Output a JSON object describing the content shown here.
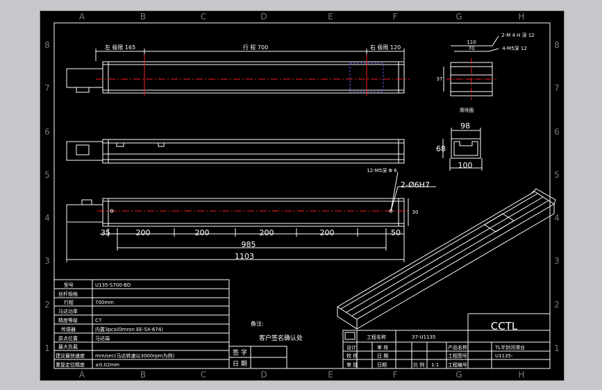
{
  "zones": {
    "columns": [
      "A",
      "B",
      "C",
      "D",
      "E",
      "F",
      "G",
      "H"
    ],
    "rows": [
      "8",
      "7",
      "6",
      "5",
      "4",
      "3",
      "2",
      "1"
    ]
  },
  "top_view": {
    "stroke_left": "左 极限 165",
    "stroke_mid": "行 程 700",
    "stroke_right": "右 极限 120"
  },
  "end_view": {
    "dim_110": "110",
    "dim_70": "70",
    "dim_37": "37",
    "hole_note_1": "2-M 4 H 深 12",
    "hole_note_2": "4-M5深 12",
    "caption": "滑块面"
  },
  "profile": {
    "width_top": "98",
    "width_bottom": "100",
    "height": "68"
  },
  "bottom_view": {
    "hole_note_1": "12-M5深 Φ 6",
    "hole_note_2": "2-Ø6H7",
    "dim_30": "30",
    "dims": [
      "35",
      "200",
      "200",
      "200",
      "200",
      "50"
    ],
    "total_mid": "985",
    "total": "1103"
  },
  "spec_table": {
    "rows": [
      {
        "label": "型号",
        "value": "U135-S700-BD"
      },
      {
        "label": "丝杆规格",
        "value": ""
      },
      {
        "label": "行程",
        "value": "700mm"
      },
      {
        "label": "马达功率",
        "value": ""
      },
      {
        "label": "精度等级",
        "value": "C7"
      },
      {
        "label": "传感器",
        "value": "内置3pcs(Omron EE-SX-674)"
      },
      {
        "label": "原点位置",
        "value": "马达端"
      },
      {
        "label": "最大负载",
        "value": ""
      },
      {
        "label": "建议最快速度",
        "value": "mm/sec(马达转速以3000rpm为例)"
      },
      {
        "label": "重复定位精度",
        "value": "±0.02mm"
      }
    ]
  },
  "confirm": {
    "note": "备注:",
    "title": "客户签名确认处",
    "sign": "签 字",
    "date": "日 期"
  },
  "title_block": {
    "project_label": "工程名称",
    "project_value": "37-U1135",
    "company": "CCTL",
    "rows": [
      [
        "设计",
        "",
        "审 核",
        "",
        "产品名称",
        "TL半封闭滑台"
      ],
      [
        "校 核",
        "",
        "日 期",
        "",
        "工程图号",
        "U1135-"
      ],
      [
        "审 批",
        "",
        "日期",
        "",
        "比 例",
        "1:1",
        "工程编号",
        ""
      ]
    ]
  },
  "colors": {
    "background": "#000000",
    "outline": "#ffffff",
    "centerline": "#ff2020",
    "dimension": "#ffffff",
    "hidden": "#5a5ae0"
  }
}
